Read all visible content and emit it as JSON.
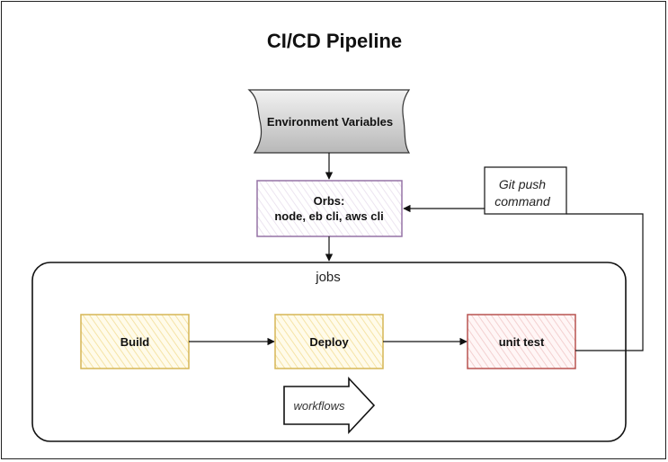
{
  "title": "CI/CD Pipeline",
  "env_vars": {
    "label": "Environment Variables"
  },
  "orbs": {
    "line1": "Orbs:",
    "line2": "node, eb cli, aws cli"
  },
  "jobs": {
    "label": "jobs",
    "build": "Build",
    "deploy": "Deploy",
    "unit_test": "unit test"
  },
  "workflows": {
    "label": "workflows"
  },
  "git_push": {
    "line1": "Git push",
    "line2": "command"
  },
  "colors": {
    "env_fill": "#cccccc",
    "orbs_stroke": "#9673a6",
    "build_stroke": "#d6b656",
    "build_fill": "#fff2cc",
    "test_stroke": "#b85450",
    "test_fill": "#f8cecc",
    "line": "#111111"
  }
}
